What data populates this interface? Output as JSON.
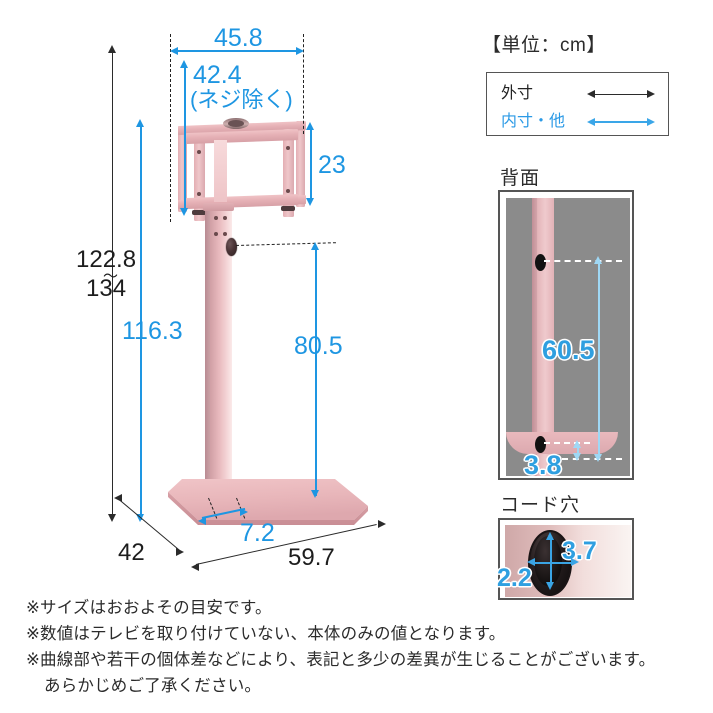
{
  "units_label": "【単位：cm】",
  "legend": {
    "outer_label": "外寸",
    "inner_label": "内寸・他"
  },
  "main_diagram": {
    "name": "tv-stand-front-perspective",
    "dimensions": {
      "bracket_width": "45.8",
      "bracket_height": "42.4",
      "bracket_height_note": "(ネジ除く)",
      "bracket_drop": "23",
      "total_height_min": "122.8",
      "total_height_range_mark": "～",
      "total_height_max": "134",
      "pole_height": "116.3",
      "cordhole_to_floor": "80.5",
      "pole_depth": "7.2",
      "base_depth": "42",
      "base_width": "59.7"
    }
  },
  "back_panel": {
    "title": "背面",
    "dim_vertical": "60.5",
    "dim_bottom": "3.8"
  },
  "cordhole_panel": {
    "title": "コード穴",
    "dim_vertical": "3.7",
    "dim_horizontal": "2.2"
  },
  "notes": [
    "※サイズはおおよその目安です。",
    "※数値はテレビを取り付けていない、本体のみの値となります。",
    "※曲線部や若干の個体差などにより、表記と多少の差異が生じることがございます。",
    "あらかじめご了承ください。"
  ],
  "colors": {
    "accent_blue": "#1e96e2",
    "light_blue": "#9fd8f5",
    "line_black": "#2b2b2b",
    "product_pink": "#e5b0b5",
    "panel_gray": "#8b8b8b"
  }
}
